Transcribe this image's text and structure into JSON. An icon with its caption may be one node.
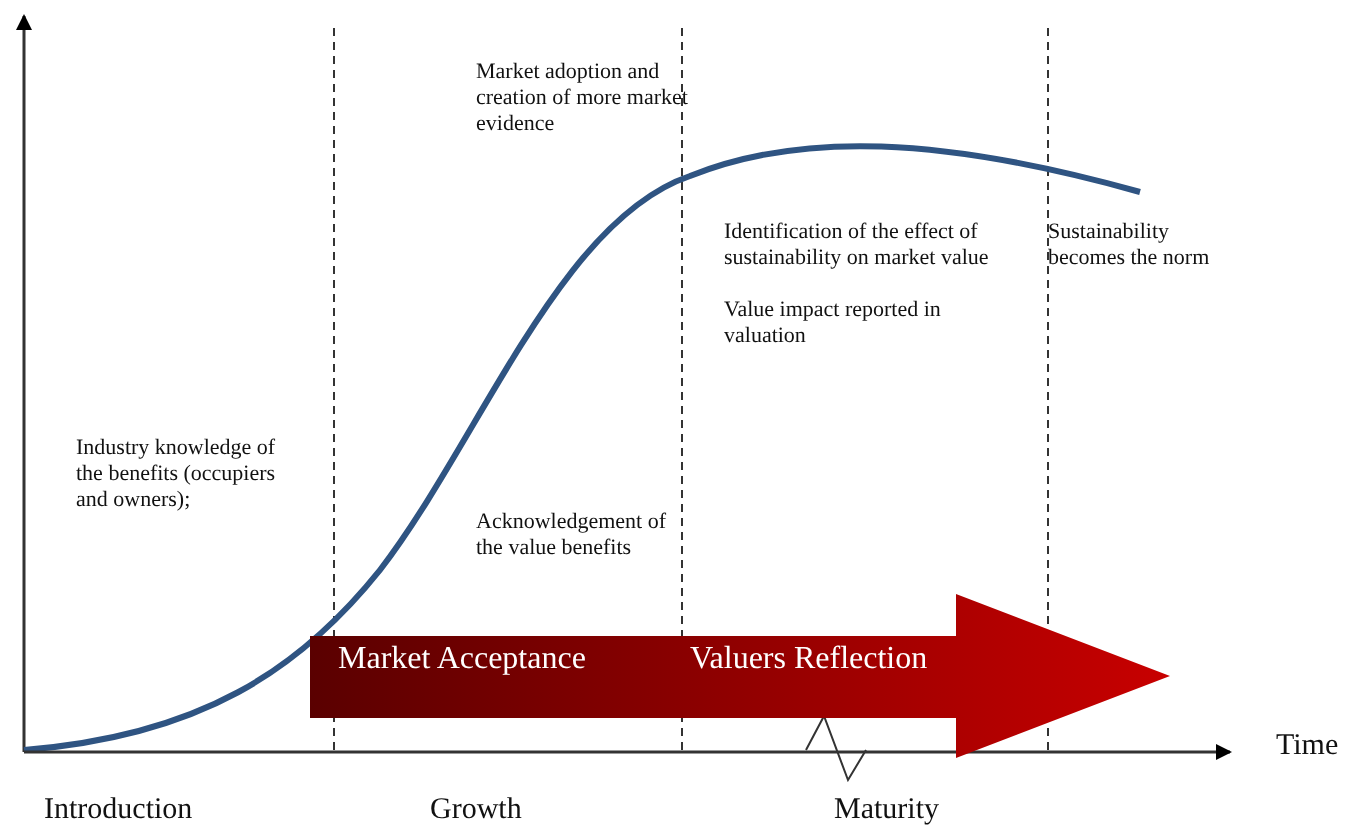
{
  "diagram": {
    "nodes": [
      {
        "text": [
          "Market Acceptance",
          "Valuers Reflection"
        ]
      }
    ],
    "labels": [
      "Market adoption and creation of more market evidence",
      "Identification of the effect of sustainability on market value",
      "Value impact reported in valuation",
      "Sustainability becomes the norm",
      "Industry knowledge of the benefits (occupiers and owners);",
      "Acknowledgement of the value benefits",
      "Time",
      "Introduction",
      "Growth",
      "Maturity"
    ]
  }
}
